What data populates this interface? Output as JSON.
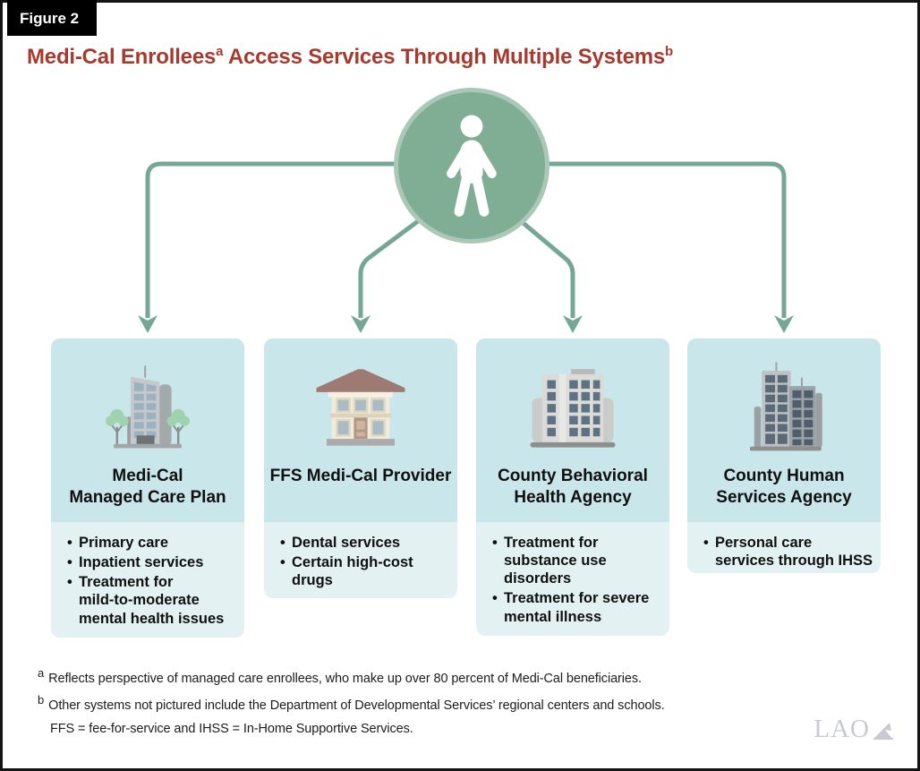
{
  "figure_label": "Figure 2",
  "title": {
    "part1": "Medi-Cal Enrollees",
    "sup1": "a",
    "part2": " Access Services Through Multiple Systems",
    "sup2": "b"
  },
  "person": {
    "icon": "person-icon"
  },
  "systems": [
    {
      "title": "Medi-Cal\nManaged Care Plan",
      "icon": "office-tower-icon",
      "bullets": [
        "Primary care",
        "Inpatient services",
        "Treatment for\nmild-to-moderate\nmental health issues"
      ]
    },
    {
      "title": "FFS Medi-Cal Provider",
      "icon": "civic-building-icon",
      "bullets": [
        "Dental services",
        "Certain high-cost\ndrugs"
      ]
    },
    {
      "title": "County Behavioral\nHealth Agency",
      "icon": "agency-building-icon",
      "bullets": [
        "Treatment for\nsubstance use\ndisorders",
        "Treatment for severe\nmental illness"
      ]
    },
    {
      "title": "County Human\nServices Agency",
      "icon": "twin-towers-icon",
      "bullets": [
        "Personal care\nservices through IHSS"
      ]
    }
  ],
  "footnotes": [
    {
      "sup": "a",
      "text": "Reflects perspective of managed care enrollees, who make up over 80 percent of Medi-Cal beneficiaries."
    },
    {
      "sup": "b",
      "text": "Other systems not pictured include the Department of Developmental Services’ regional centers and schools."
    }
  ],
  "abbreviations": "FFS = fee-for-service and IHSS = In-Home Supportive Services.",
  "logo_text": "LAO",
  "colors": {
    "title_red": "#a63a2c",
    "circle_green": "#7fae94",
    "circle_ring": "#a9c8b6",
    "arrow_green": "#76a796",
    "card_header": "#c9e6ea",
    "card_body": "#e4f1f3",
    "frame_black": "#141414"
  }
}
